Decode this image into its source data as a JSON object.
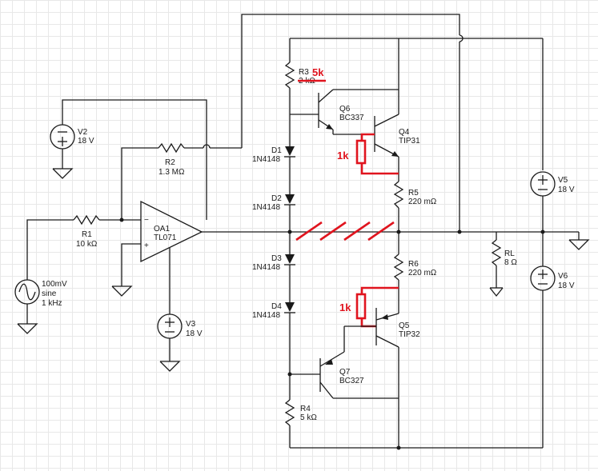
{
  "components": {
    "v2": {
      "name": "V2",
      "value": "18 V"
    },
    "v3": {
      "name": "V3",
      "value": "18 V"
    },
    "v5": {
      "name": "V5",
      "value": "18 V"
    },
    "v6": {
      "name": "V6",
      "value": "18 V"
    },
    "source": {
      "amplitude": "100mV",
      "shape": "sine",
      "freq": "1 kHz"
    },
    "r1": {
      "name": "R1",
      "value": "10 kΩ"
    },
    "r2": {
      "name": "R2",
      "value": "1.3 MΩ"
    },
    "r3": {
      "name": "R3",
      "value": "2 kΩ"
    },
    "r4": {
      "name": "R4",
      "value": "5 kΩ"
    },
    "r5": {
      "name": "R5",
      "value": "220 mΩ"
    },
    "r6": {
      "name": "R6",
      "value": "220 mΩ"
    },
    "rl": {
      "name": "RL",
      "value": "8 Ω"
    },
    "oa1": {
      "name": "OA1",
      "part": "TL071",
      "minus": "−",
      "plus": "+"
    },
    "d1": {
      "name": "D1",
      "part": "1N4148"
    },
    "d2": {
      "name": "D2",
      "part": "1N4148"
    },
    "d3": {
      "name": "D3",
      "part": "1N4148"
    },
    "d4": {
      "name": "D4",
      "part": "1N4148"
    },
    "q4": {
      "name": "Q4",
      "part": "TIP31"
    },
    "q5": {
      "name": "Q5",
      "part": "TIP32"
    },
    "q6": {
      "name": "Q6",
      "part": "BC337"
    },
    "q7": {
      "name": "Q7",
      "part": "BC327"
    }
  },
  "annotations": {
    "r3_new_value": "5k",
    "resistor_top": "1k",
    "resistor_bottom": "1k",
    "color": "#e0141e"
  }
}
